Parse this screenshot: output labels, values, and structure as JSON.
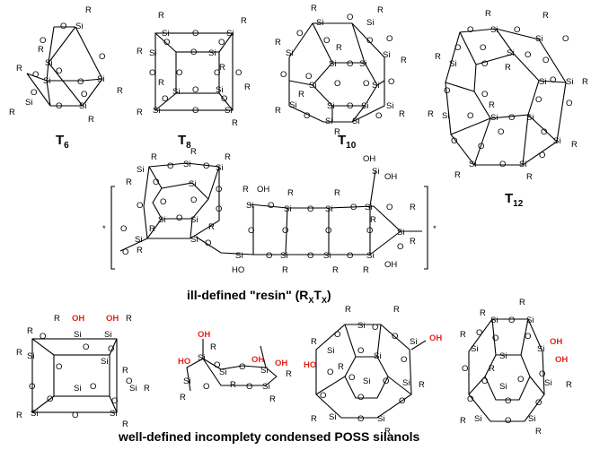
{
  "atoms": {
    "si": "Si",
    "o": "O",
    "r": "R",
    "oh": "OH",
    "ho": "HO",
    "dot": "*"
  },
  "labels": {
    "t6": {
      "main": "T",
      "sub": "6"
    },
    "t8": {
      "main": "T",
      "sub": "8"
    },
    "t10": {
      "main": "T",
      "sub": "10"
    },
    "t12": {
      "main": "T",
      "sub": "12"
    }
  },
  "captions": {
    "resin_pre": "ill-defined \"resin\" (R",
    "resin_x1": "X",
    "resin_mid": "T",
    "resin_x2": "X",
    "resin_post": ")",
    "poss": "well-defined incomplety condensed POSS silanols"
  },
  "colors": {
    "ink": "#000000",
    "silanol": "#e8211b",
    "background": "#ffffff"
  }
}
